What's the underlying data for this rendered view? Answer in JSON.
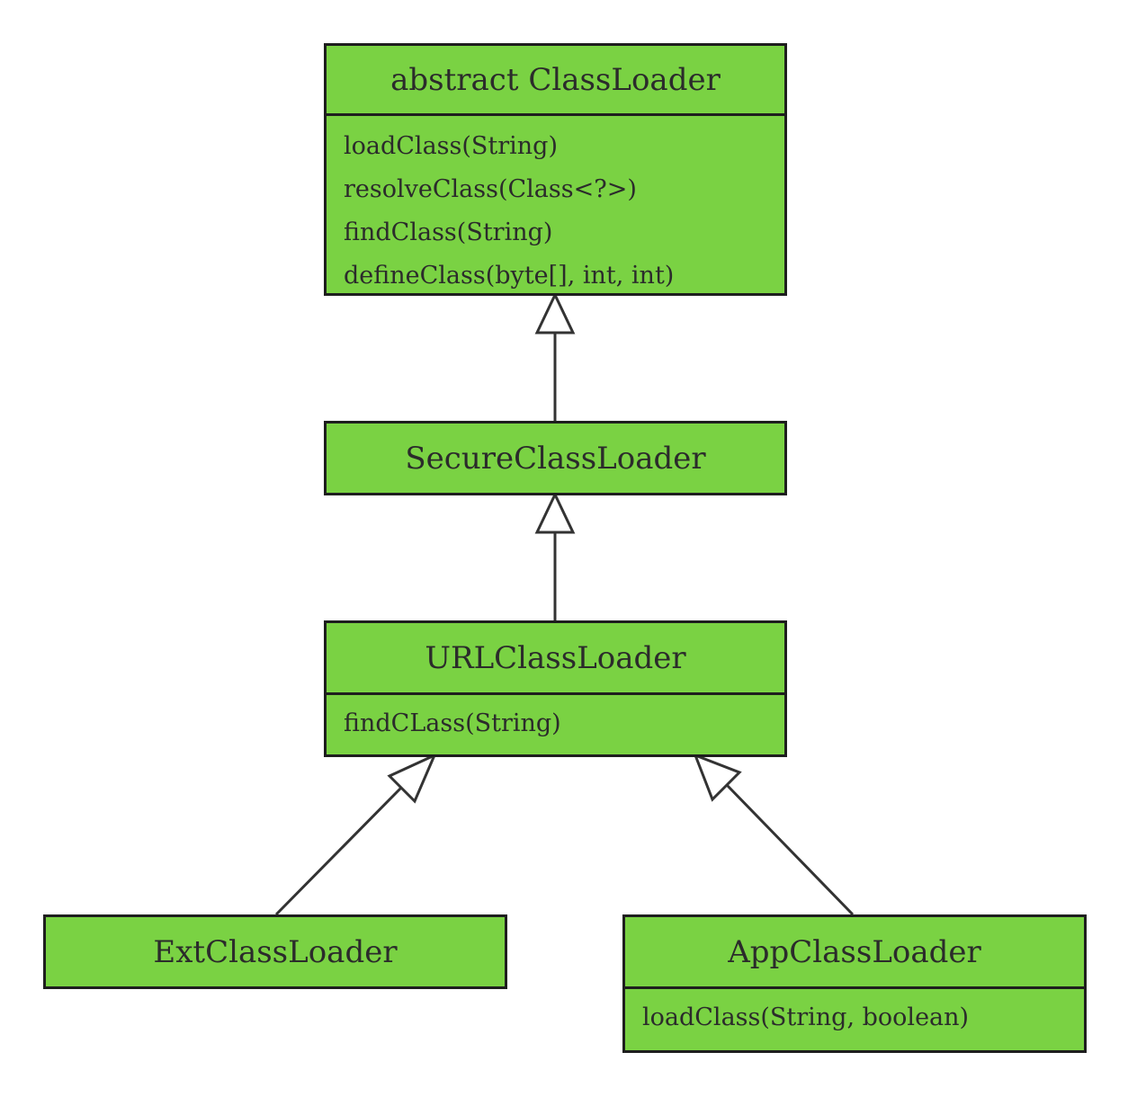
{
  "classes": {
    "classloader": {
      "name": "abstract ClassLoader",
      "methods": [
        "loadClass(String)",
        "resolveClass(Class<?>)",
        "findClass(String)",
        "defineClass(byte[], int, int)"
      ]
    },
    "secure": {
      "name": "SecureClassLoader",
      "methods": []
    },
    "url": {
      "name": "URLClassLoader",
      "methods": [
        "findCLass(String)"
      ]
    },
    "ext": {
      "name": "ExtClassLoader",
      "methods": []
    },
    "app": {
      "name": "AppClassLoader",
      "methods": [
        "loadClass(String, boolean)"
      ]
    }
  },
  "colors": {
    "box_fill": "#7ad243",
    "border": "#1e1e1e",
    "arrow_stroke": "#333333",
    "arrow_head_fill": "#ffffff"
  },
  "relations": [
    {
      "type": "inheritance",
      "from": "SecureClassLoader",
      "to": "abstract ClassLoader"
    },
    {
      "type": "inheritance",
      "from": "URLClassLoader",
      "to": "SecureClassLoader"
    },
    {
      "type": "inheritance",
      "from": "ExtClassLoader",
      "to": "URLClassLoader"
    },
    {
      "type": "inheritance",
      "from": "AppClassLoader",
      "to": "URLClassLoader"
    }
  ]
}
